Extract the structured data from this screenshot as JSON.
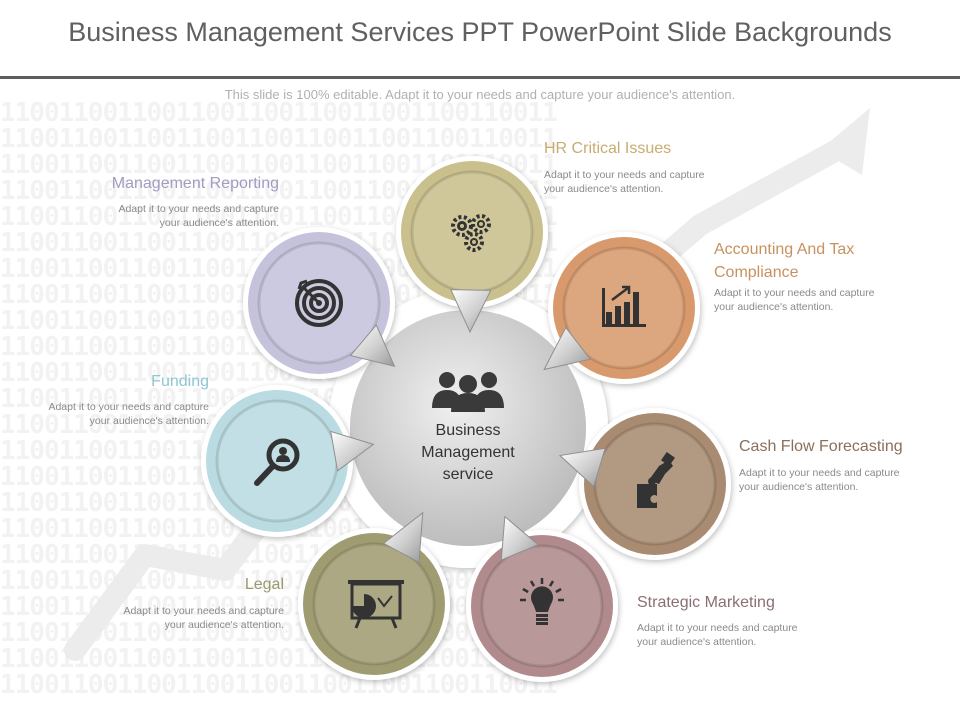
{
  "title": "Business Management Services PPT PowerPoint Slide Backgrounds",
  "subtitle": "This slide is 100% editable. Adapt it to your needs and capture your audience's attention.",
  "background_pattern": "11001100110011001100110011001100110011",
  "center": {
    "label_line1": "Business",
    "label_line2": "Management",
    "label_line3": "service",
    "icon": "people-group-icon"
  },
  "nodes": [
    {
      "title": "HR Critical Issues",
      "desc_line1": "Adapt it to your needs and capture",
      "desc_line2": "your audience's attention.",
      "icon": "gears-icon",
      "color": "#c9c08d",
      "text_color": "#c8ad72"
    },
    {
      "title_line1": "Accounting And Tax",
      "title_line2": "Compliance",
      "desc_line1": "Adapt it to your needs and capture",
      "desc_line2": "your audience's attention.",
      "icon": "bar-chart-growth-icon",
      "color": "#d89a6d",
      "text_color": "#c8915f"
    },
    {
      "title": "Cash Flow Forecasting",
      "desc_line1": "Adapt it to your needs and capture",
      "desc_line2": "your audience's attention.",
      "icon": "puzzle-hand-icon",
      "color": "#a88b70",
      "text_color": "#8c6f58"
    },
    {
      "title": "Strategic Marketing",
      "desc_line1": "Adapt it to your needs and capture",
      "desc_line2": "your audience's attention.",
      "icon": "lightbulb-icon",
      "color": "#b08a8c",
      "text_color": "#8c6e72"
    },
    {
      "title": "Legal",
      "desc_line1": "Adapt it to your needs and capture",
      "desc_line2": "your audience's attention.",
      "icon": "presentation-board-icon",
      "color": "#a09c72",
      "text_color": "#9c9870"
    },
    {
      "title": "Funding",
      "desc_line1": "Adapt it to your needs and capture",
      "desc_line2": "your audience's attention.",
      "icon": "search-person-icon",
      "color": "#b9dbe1",
      "text_color": "#8fc6d4"
    },
    {
      "title": "Management Reporting",
      "desc_line1": "Adapt it to your needs and capture",
      "desc_line2": "your audience's attention.",
      "icon": "target-icon",
      "color": "#c5c3dc",
      "text_color": "#9f9dc0"
    }
  ]
}
